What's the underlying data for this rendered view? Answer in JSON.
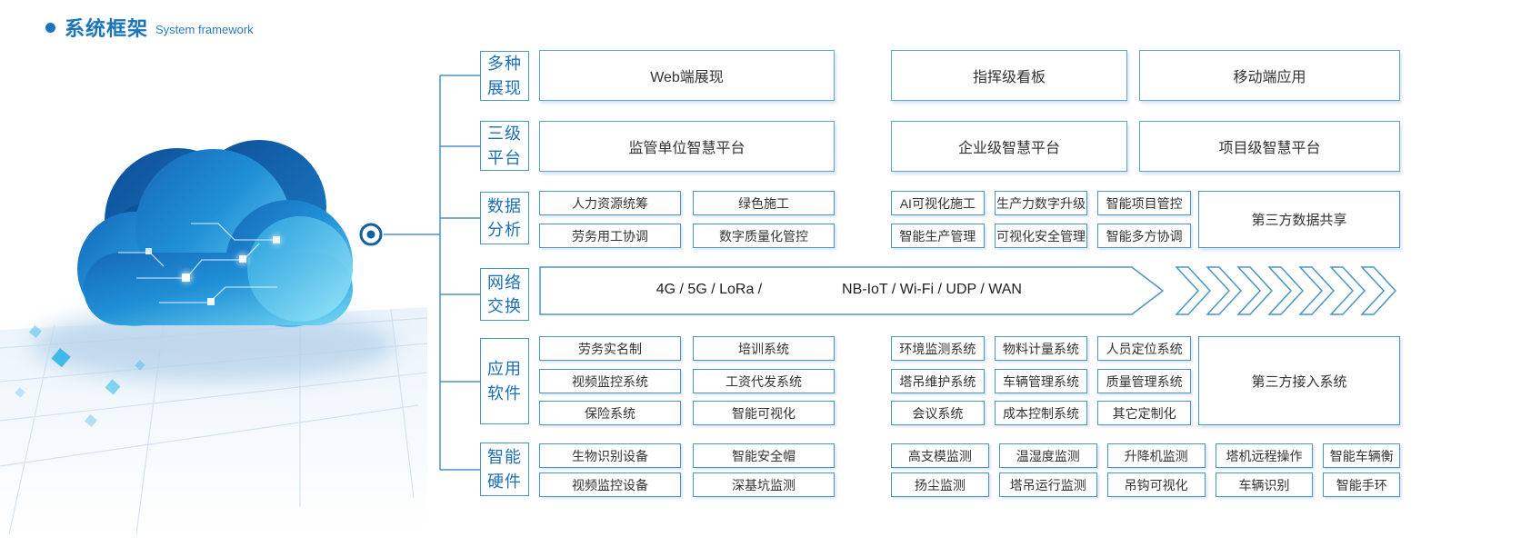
{
  "header": {
    "title_zh": "系统框架",
    "title_en": "System framework"
  },
  "colors": {
    "accent": "#1b75bb",
    "box_border": "#4a94c8",
    "box_text": "#333333"
  },
  "categories": [
    {
      "line1": "多种",
      "line2": "展现"
    },
    {
      "line1": "三级",
      "line2": "平台"
    },
    {
      "line1": "数据",
      "line2": "分析"
    },
    {
      "line1": "网络",
      "line2": "交换"
    },
    {
      "line1": "应用",
      "line2": "软件"
    },
    {
      "line1": "智能",
      "line2": "硬件"
    }
  ],
  "display_row": [
    "Web端展现",
    "指挥级看板",
    "移动端应用"
  ],
  "platform_row": [
    "监管单位智慧平台",
    "企业级智慧平台",
    "项目级智慧平台"
  ],
  "data_analysis": {
    "left": [
      [
        "人力资源统筹",
        "绿色施工"
      ],
      [
        "劳务用工协调",
        "数字质量化管控"
      ]
    ],
    "right": [
      [
        "AI可视化施工",
        "生产力数字升级",
        "智能项目管控"
      ],
      [
        "智能生产管理",
        "可视化安全管理",
        "智能多方协调"
      ]
    ],
    "tall": "第三方数据共享"
  },
  "network": {
    "label_left": "4G / 5G / LoRa /",
    "label_right": "NB-IoT / Wi-Fi / UDP / WAN"
  },
  "application": {
    "left": [
      [
        "劳务实名制",
        "培训系统"
      ],
      [
        "视频监控系统",
        "工资代发系统"
      ],
      [
        "保险系统",
        "智能可视化"
      ]
    ],
    "right": [
      [
        "环境监测系统",
        "物料计量系统",
        "人员定位系统"
      ],
      [
        "塔吊维护系统",
        "车辆管理系统",
        "质量管理系统"
      ],
      [
        "会议系统",
        "成本控制系统",
        "其它定制化"
      ]
    ],
    "tall": "第三方接入系统"
  },
  "hardware": {
    "left": [
      [
        "生物识别设备",
        "智能安全帽"
      ],
      [
        "视频监控设备",
        "深基坑监测"
      ]
    ],
    "right": [
      [
        "高支模监测",
        "温湿度监测",
        "升降机监测",
        "塔机远程操作",
        "智能车辆衡"
      ],
      [
        "扬尘监测",
        "塔吊运行监测",
        "吊钩可视化",
        "车辆识别",
        "智能手环"
      ]
    ]
  }
}
